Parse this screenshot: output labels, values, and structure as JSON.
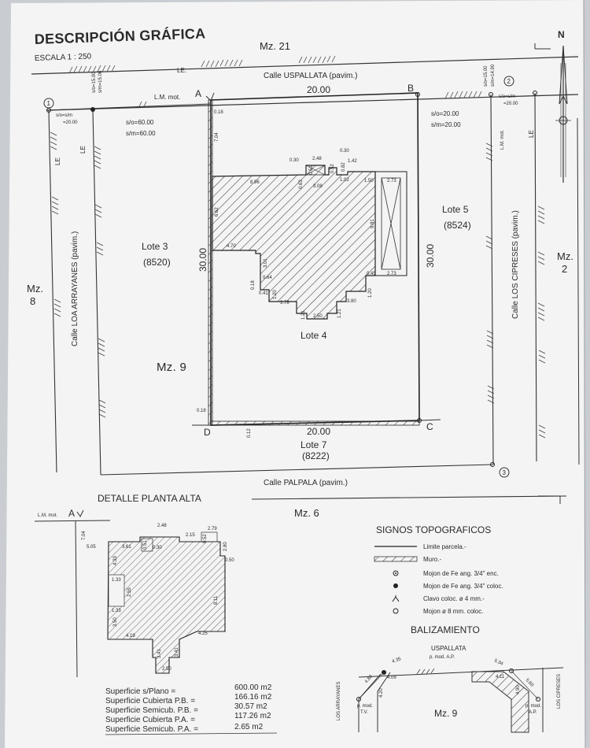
{
  "header": {
    "title": "DESCRIPCIÓN GRÁFICA",
    "scale": "ESCALA 1 : 250",
    "north": "N"
  },
  "blocks": {
    "mz21": "Mz. 21",
    "mz8_a": "Mz.",
    "mz8_b": "8",
    "mz2_a": "Mz.",
    "mz2_b": "2",
    "mz9": "Mz. 9",
    "mz6": "Mz. 6"
  },
  "streets": {
    "top": "Calle USPALLATA (pavim.)",
    "bottom": "Calle PALPALA (pavim.)",
    "left": "Calle LOA ARRAYANES (pavim.)",
    "right": "Calle LOS CIPRESES (pavim.)"
  },
  "markers": {
    "le": "LE",
    "le_dot": "LE.",
    "lm_mot": "L.M. mot.",
    "vertex_a": "A",
    "vertex_b": "B",
    "vertex_c": "C",
    "vertex_d": "D",
    "circle_1": "1",
    "circle_2": "2",
    "circle_3": "3"
  },
  "lots": {
    "lot3_name": "Lote 3",
    "lot3_id": "(8520)",
    "lot4_name": "Lote 4",
    "lot5_name": "Lote 5",
    "lot5_id": "(8524)",
    "lot7_name": "Lote 7",
    "lot7_id": "(8222)"
  },
  "annotations": {
    "top_left_a": "s/o=15.00",
    "top_left_b": "s/m=15.06",
    "top_right_a": "s/o=15.00",
    "top_right_b": "s/m=14.90",
    "left_so_sm": "s/o=s/m",
    "left_val": "=20.00",
    "right_so_sm": "s/o=s/m",
    "right_val": "=20.00",
    "a_so": "s/o=60.00",
    "a_sm": "s/m=60.00",
    "b_so": "s/o=20.00",
    "b_sm": "s/m=20.00"
  },
  "dimensions": {
    "top": "20.00",
    "bottom": "20.00",
    "left": "30.00",
    "right": "30.00",
    "d018_top": "0.18",
    "d018_bot": "0.18",
    "d012": "0.12",
    "d704": "7.04",
    "d896": "8.96",
    "d030a": "0.30",
    "d248": "2.48",
    "d030b": "0.30",
    "d142": "1.42",
    "d051": "0.51",
    "d052": "0.52",
    "d102": "1.02",
    "d308": "3.08",
    "d063": "0.63",
    "d082": "0.82",
    "d150": "1.50",
    "d273a": "2.73",
    "d662": "6.62",
    "d470": "4.70",
    "d981": "9.81",
    "d301": "3.01",
    "d064": "0.64",
    "d045": "0.45",
    "d273b": "2.73",
    "d018m": "0.18",
    "d041": "0.41",
    "d120a": "1.20",
    "d378": "3.78",
    "d380": "3.80",
    "d120b": "1.20",
    "d121a": "1.21",
    "d250": "2.50",
    "d121b": "1.21"
  },
  "detail": {
    "title": "DETALLE PLANTA ALTA",
    "lm_mot": "L.M. mot.",
    "vertex_a": "A",
    "d704": "7.04",
    "d505": "5.05",
    "d248": "2.48",
    "d279": "2.79",
    "d361": "3.61",
    "d051": "0.51",
    "d030": "0.30",
    "d215": "2.15",
    "d052": "0.52",
    "d280": "2.80",
    "d050": "0.50",
    "d433": "4.33",
    "d133a": "1.33",
    "d255": "2.55",
    "d133b": "1.33",
    "d811": "8.11",
    "d350": "3.50",
    "d419": "4.19",
    "d425": "4.25",
    "d341": "3.41",
    "d341b": "3.41",
    "d250": "2.50"
  },
  "legend": {
    "title": "SIGNOS TOPOGRAFICOS",
    "items": [
      "Limite parcela.-",
      "Muro.-",
      "Mojon de Fe ang. 3/4\" enc.",
      "Mojon de Fe ang. 3/4\" coloc.",
      "Clavo coloc. ø 4 mm.-",
      "Mojon ø 8 mm. coloc."
    ]
  },
  "surfaces": {
    "labels": [
      "Superficie s/Plano =",
      "Superficie Cubierta P.B. =",
      "Superficie Semicub. P.B. =",
      "Superficie Cubierta P.A. =",
      "Superficie Semicub. P.A. ="
    ],
    "values": [
      "600.00 m2",
      "166.16 m2",
      "30.57 m2",
      "117.26 m2",
      "2.65 m2"
    ]
  },
  "balizamiento": {
    "title": "BALIZAMIENTO",
    "street_top": "USPALLATA",
    "p_mod_ap_top": "p. mod. A.P.",
    "left_street": "LOS ARRAYANES",
    "right_street": "LOS CIPRESES",
    "mz": "Mz. 9",
    "p_mod_tv_a": "p. mod.",
    "p_mod_tv_b": "T.V.",
    "p_mod_ap_a": "p. mod.",
    "p_mod_ap_b": "A.P.",
    "d435": "4.35",
    "d480": "4.80",
    "d409": "4.09",
    "d420": "4.20",
    "d534": "5.34",
    "d411": "4.11",
    "d560": "5.60",
    "d490": "4.90"
  },
  "colors": {
    "paper": "#f3f4f3",
    "ink": "#2a2a2a",
    "hatch": "#3c3c3c"
  }
}
